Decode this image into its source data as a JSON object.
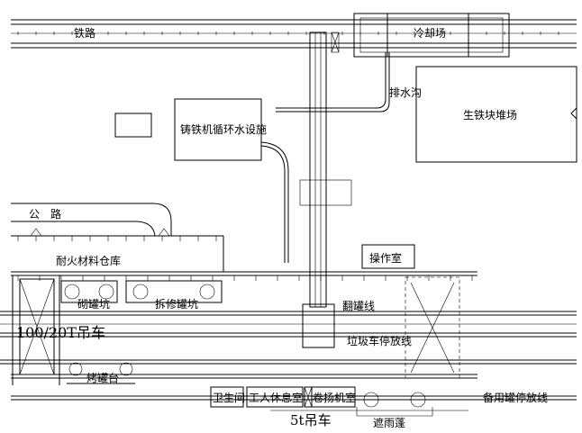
{
  "labels": {
    "railway": "铁路",
    "cooling_yard": "冷却场",
    "drain_ditch": "排水沟",
    "pig_iron_yard": "生铁块堆场",
    "water_facility": "铸铁机循环水设施",
    "road": "公　路",
    "refractory_store": "耐火材料仓库",
    "control_room": "操作室",
    "ladle_pit": "砌罐坑",
    "demolish_pit": "拆修罐坑",
    "tipping_line": "翻罐线",
    "crane_100_20t": "100/20T吊车",
    "slag_car_line": "垃圾车停放线",
    "ladle_baking": "烤罐台",
    "toilet": "卫生间",
    "rest_room": "工人休息室",
    "winch_room": "卷扬机室",
    "spare_ladle_line": "备用罐停放线",
    "crane_5t": "5t吊车",
    "canopy": "遮雨蓬"
  },
  "colors": {
    "ink": "#000000",
    "paper": "#ffffff"
  }
}
